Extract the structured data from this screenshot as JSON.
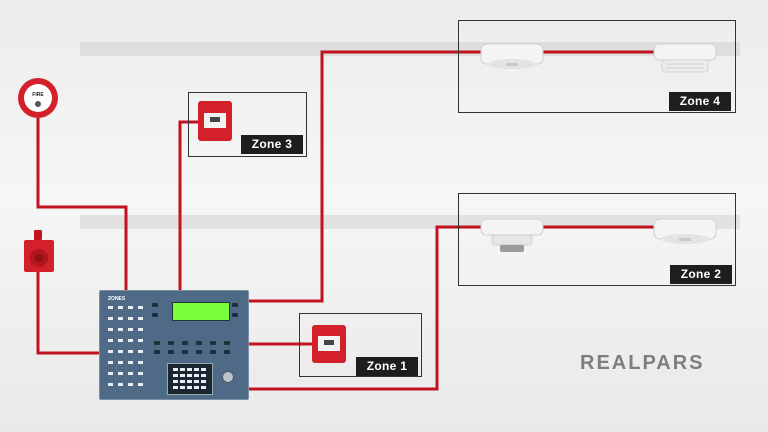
{
  "zones": {
    "zone1": {
      "label": "Zone 1"
    },
    "zone2": {
      "label": "Zone 2"
    },
    "zone3": {
      "label": "Zone 3"
    },
    "zone4": {
      "label": "Zone 4"
    }
  },
  "panel": {
    "title": "ZONES"
  },
  "bell": {
    "label": "FIRE"
  },
  "brand": {
    "name": "REALPARS"
  },
  "colors": {
    "wire": "#c1121f",
    "device_red": "#d3202a",
    "panel_blue": "#4f6a86",
    "lcd_green": "#7cff3a",
    "tag_bg": "#1e1e1e"
  }
}
